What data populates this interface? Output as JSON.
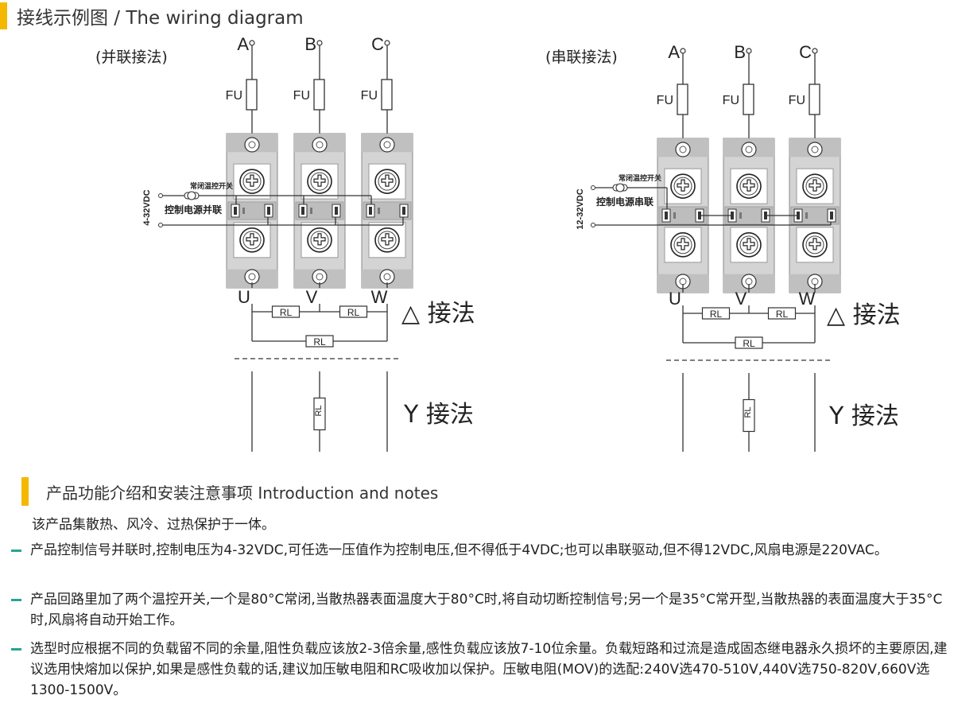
{
  "header": {
    "title": "接线示例图 / The wiring diagram"
  },
  "parallel": {
    "title": "(并联接法)",
    "phases": [
      "A",
      "B",
      "C"
    ],
    "fuse": "FU",
    "voltage": "4-32VDC",
    "switch_label": "常闭温控开关",
    "mode_label": "控制电源并联",
    "outputs": [
      "U",
      "V",
      "W"
    ]
  },
  "series": {
    "title": "(串联接法)",
    "phases": [
      "A",
      "B",
      "C"
    ],
    "fuse": "FU",
    "voltage": "12-32VDC",
    "switch_label": "常闭温控开关",
    "mode_label": "控制电源串联",
    "outputs": [
      "U",
      "V",
      "W"
    ]
  },
  "load": {
    "label": "RL",
    "delta": "△ 接法",
    "star": "Y 接法"
  },
  "section2": {
    "title": "产品功能介绍和安装注意事项 Introduction and notes"
  },
  "notes": {
    "intro": "该产品集散热、风冷、过热保护于一体。",
    "items": [
      "产品控制信号并联时,控制电压为4-32VDC,可任选一压值作为控制电压,但不得低于4VDC;也可以串联驱动,但不得12VDC,风扇电源是220VAC。",
      "产品回路里加了两个温控开关,一个是80°C常闭,当散热器表面温度大于80°C时,将自动切断控制信号;另一个是35°C常开型,当散热器的表面温度大于35°C时,风扇将自动开始工作。",
      "选型时应根据不同的负载留不同的余量,阻性负载应该放2-3倍余量,感性负载应该放7-10位余量。负载短路和过流是造成固态继电器永久损坏的主要原因,建议选用快熔加以保护,如果是感性负载的话,建议加压敏电阻和RC吸收加以保护。压敏电阻(MOV)的选配:240V选470-510V,440V选750-820V,660V选1300-1500V。"
    ]
  }
}
